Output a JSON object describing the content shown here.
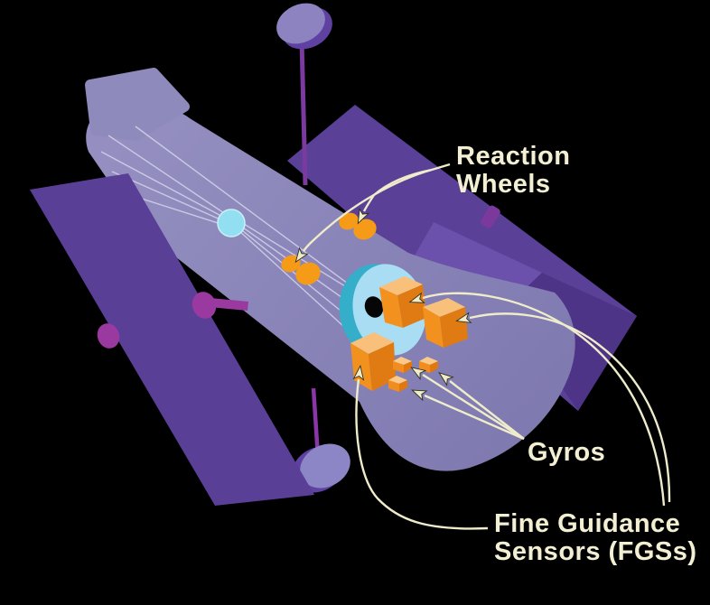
{
  "figure": {
    "subject": "Hubble Space Telescope pointing-control components diagram",
    "background_color": "#000000",
    "labels": {
      "reaction_wheels": {
        "line1": "Reaction",
        "line2": "Wheels"
      },
      "gyros": {
        "text": "Gyros"
      },
      "fgs": {
        "line1": "Fine Guidance",
        "line2": "Sensors (FGSs)"
      }
    },
    "callouts": [
      {
        "label": "Reaction Wheels",
        "arrow_count": 2,
        "points_to": "two pairs of orange wheels on the telescope tube"
      },
      {
        "label": "Gyros",
        "arrow_count": 3,
        "points_to": "three small orange cubes near the focal plane"
      },
      {
        "label": "Fine Guidance Sensors (FGSs)",
        "arrow_count": 3,
        "points_to": "three large orange boxes around the focal-plane disc"
      }
    ],
    "components": [
      "aperture-door",
      "telescope-tube",
      "aft-shroud",
      "solar-panel-left",
      "solar-panel-right",
      "high-gain-antenna-top",
      "high-gain-antenna-bottom",
      "secondary-mirror",
      "light-path-rays",
      "focal-plane-disc",
      "reaction-wheels",
      "gyros",
      "fine-guidance-sensors"
    ],
    "colors": {
      "background": "#000000",
      "body_lavender": "#8e89bb",
      "body_lavender_dark": "#7d78ae",
      "solar_panel": "#5a4097",
      "solar_panel_dark": "#4e3487",
      "solar_panel_light": "#6b51ab",
      "antenna_stem": "#7b3aa0",
      "antenna_dish_face": "#8d83c0",
      "antenna_dish_rim": "#5e41a0",
      "mount_magenta": "#9a3aa0",
      "component_orange": "#f2911d",
      "component_orange_light": "#f8c07a",
      "component_orange_dark": "#d9730f",
      "secondary_mirror_cyan": "#93dff2",
      "focal_plane_blue": "#a8ddf4",
      "focal_plane_teal": "#35aec9",
      "light_ray": "#d5d5ec",
      "arrow_cream": "#efeccb",
      "label_text": "#f3efd2"
    }
  }
}
